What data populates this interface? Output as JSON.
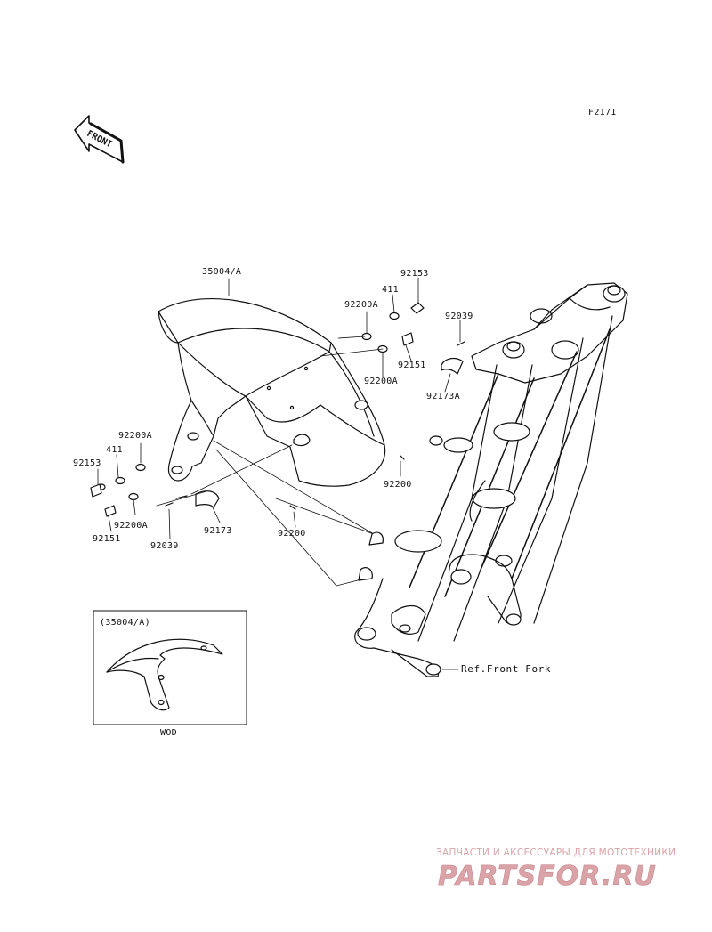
{
  "diagram_code": "F2171",
  "front_arrow_text": "FRONT",
  "part_labels": {
    "fender_main": "35004/A",
    "bolt_92153_right": "92153",
    "washer_411_right": "411",
    "washer_92200A_right_top": "92200A",
    "bolt_92039_right": "92039",
    "bolt_92151_right": "92151",
    "washer_92200A_right_bottom": "92200A",
    "bracket_92173A": "92173A",
    "nut_92200_right": "92200",
    "washer_92200A_left_top": "92200A",
    "washer_411_left": "411",
    "bolt_92153_left": "92153",
    "washer_92200A_left_bottom": "92200A",
    "bolt_92151_left": "92151",
    "bolt_92039_left": "92039",
    "bracket_92173": "92173",
    "nut_92200_left": "92200"
  },
  "front_fork_ref": "Ref.Front Fork",
  "inset": {
    "label": "(35004/A)",
    "caption": "WOD"
  },
  "watermark": {
    "tagline": "ЗАПЧАСТИ И АКСЕССУАРЫ ДЛЯ МОТОТЕХНИКИ",
    "brand": "PARTSFOR.RU",
    "color": "#d9a3a8"
  }
}
